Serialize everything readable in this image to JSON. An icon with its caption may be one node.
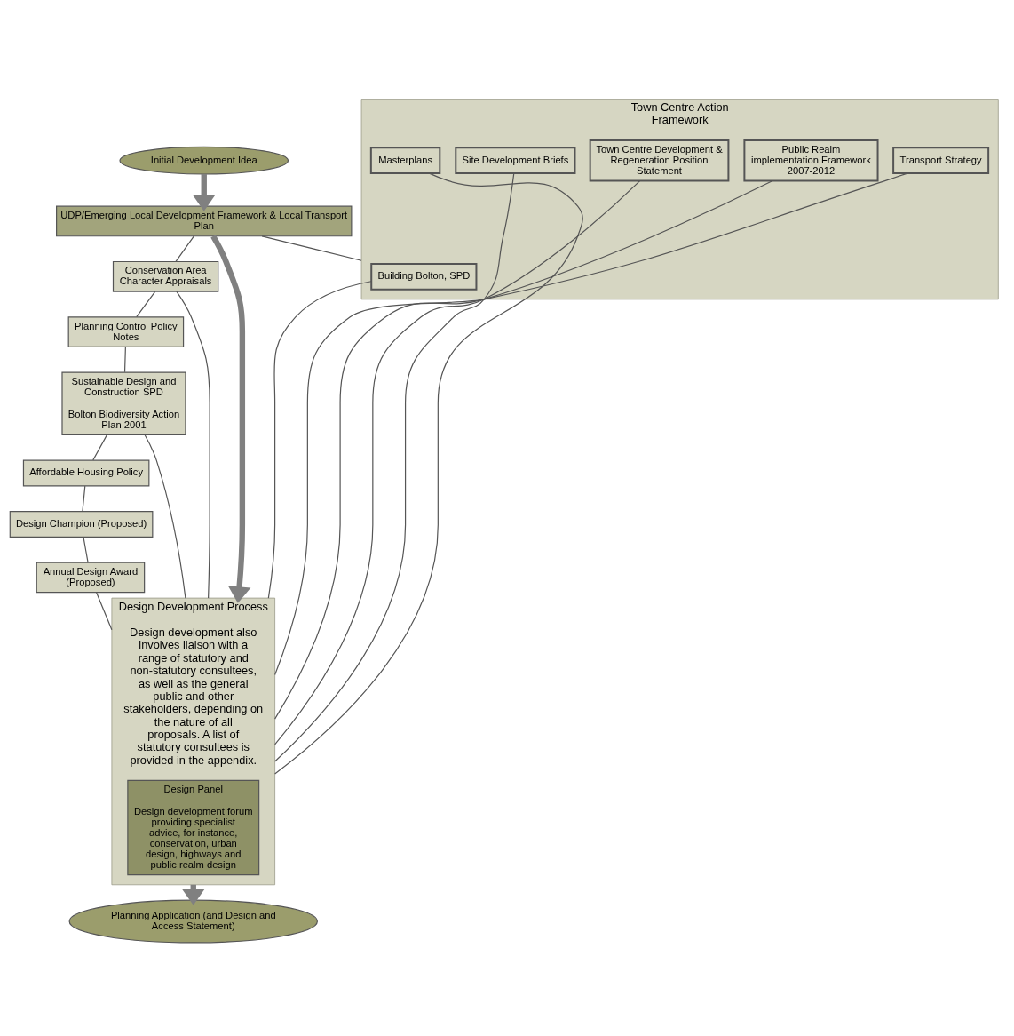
{
  "diagram": {
    "nodes": [
      {
        "text": [
          "Initial Development Idea"
        ]
      },
      {
        "text": [
          "UDP/Emerging Local Development Framework & Local Transport Plan"
        ]
      },
      {
        "text": [
          "Conservation Area Character Appraisals"
        ]
      },
      {
        "text": [
          "Planning Control Policy Notes"
        ]
      },
      {
        "text": [
          "Sustainable Design and Construction SPD",
          "Bolton Biodiversity Action Plan 2001"
        ]
      },
      {
        "text": [
          "Affordable Housing Policy"
        ]
      },
      {
        "text": [
          "Design Champion (Proposed)"
        ]
      },
      {
        "text": [
          "Annual Design Award (Proposed)"
        ]
      },
      {
        "text": [
          "Design Development Process",
          "Design development also involves liaison with a range of statutory and non-statutory consultees, as well as the general public and other stakeholders, depending on the nature of all proposals. A list of statutory consultees is provided in the appendix."
        ]
      },
      {
        "text": [
          "Design Panel",
          "Design development forum providing specialist advice, for instance, conservation, urban design, highways and public realm design"
        ],
        "in": 8
      },
      {
        "text": [
          "Town Centre Action Framework"
        ]
      },
      {
        "text": [
          "Building Bolton, SPD"
        ],
        "in": 10
      },
      {
        "text": [
          "Transport Strategy"
        ],
        "in": 10
      },
      {
        "text": [
          "Public Realm implementation Framework 2007-2012"
        ],
        "in": 10
      },
      {
        "text": [
          "Town Centre Development & Regeneration Position Statement"
        ],
        "in": 10
      },
      {
        "text": [
          "Site Development Briefs"
        ],
        "in": 10
      },
      {
        "text": [
          "Masterplans"
        ],
        "in": 10
      },
      {
        "text": [
          "Planning Application (and Design and Access Statement)"
        ]
      }
    ],
    "edges": [
      {
        "from": 0,
        "to": 1,
        "arrow": "to",
        "style": "thick",
        "color": "#808080"
      },
      {
        "from": 1,
        "to": 8,
        "arrow": "to",
        "style": "thick",
        "color": "#808080"
      },
      {
        "from": 8,
        "to": 17,
        "arrow": "to",
        "style": "thick",
        "color": "#808080"
      },
      {
        "from": 1,
        "to": 2,
        "arrow": "none"
      },
      {
        "from": 2,
        "to": 3,
        "arrow": "none"
      },
      {
        "from": 3,
        "to": 4,
        "arrow": "none"
      },
      {
        "from": 4,
        "to": 5,
        "arrow": "none"
      },
      {
        "from": 5,
        "to": 6,
        "arrow": "none"
      },
      {
        "from": 6,
        "to": 7,
        "arrow": "none"
      },
      {
        "from": 1,
        "to": 10,
        "arrow": "none"
      },
      {
        "from": 2,
        "to": 8,
        "arrow": "none"
      },
      {
        "from": 4,
        "to": 8,
        "arrow": "none"
      },
      {
        "from": 7,
        "to": 8,
        "arrow": "none"
      },
      {
        "from": 8,
        "to": 11,
        "arrow": "none"
      },
      {
        "from": 8,
        "to": 12,
        "arrow": "none"
      },
      {
        "from": 8,
        "to": 13,
        "arrow": "none"
      },
      {
        "from": 8,
        "to": 14,
        "arrow": "none"
      },
      {
        "from": 8,
        "to": 15,
        "arrow": "none"
      },
      {
        "from": 8,
        "to": 16,
        "arrow": "none"
      }
    ]
  }
}
